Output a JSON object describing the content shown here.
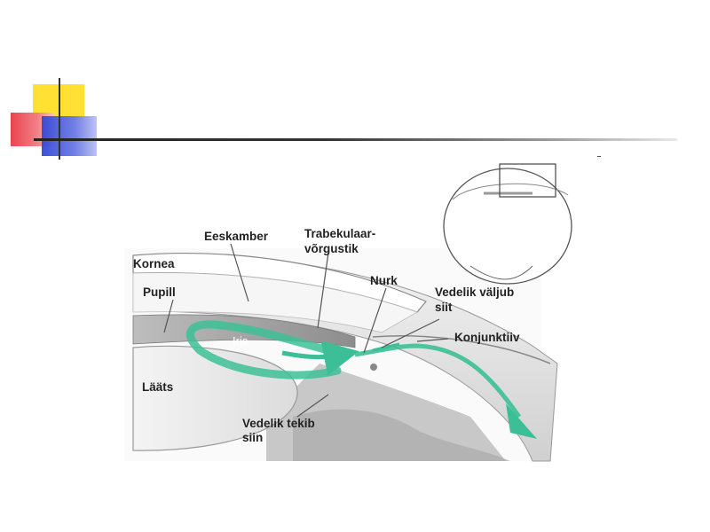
{
  "labels": {
    "eeskamber": "Eeskamber",
    "trabekulaar_1": "Trabekulaar-",
    "trabekulaar_2": "võrgustik",
    "kornea": "Kornea",
    "pupill": "Pupill",
    "nurk": "Nurk",
    "vedelik_valjub_1": "Vedelik väljub",
    "vedelik_valjub_2": "siit",
    "iris": "Iris",
    "konjunktiiv": "Konjunktiiv",
    "laats": "Lääts",
    "vedelik_tekib_1": "Vedelik tekib",
    "vedelik_tekib_2": "siin"
  },
  "colors": {
    "flow_arrow": "#3cbf96",
    "deco_yellow": "#ffe033",
    "deco_red": "#e83a45",
    "deco_blue": "#3348d6"
  }
}
